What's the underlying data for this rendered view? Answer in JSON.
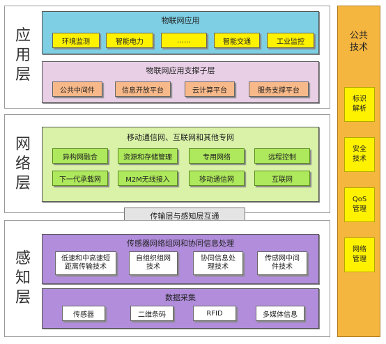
{
  "app_layer": {
    "label": [
      "应",
      "用",
      "层"
    ],
    "iot_apps": {
      "title": "物联网应用",
      "items": [
        "环境监测",
        "智能电力",
        "……",
        "智能交通",
        "工业监控"
      ]
    },
    "support": {
      "title": "物联网应用支撑子层",
      "items": [
        "公共中间件",
        "信息开放平台",
        "云计算平台",
        "服务支撑平台"
      ]
    }
  },
  "network_layer": {
    "label": [
      "网",
      "络",
      "层"
    ],
    "networks": {
      "title": "移动通信网、互联网和其他专网",
      "row1": [
        "异构网融合",
        "资源和存储管理",
        "专用网络",
        "远程控制"
      ],
      "row2": [
        "下一代承载网",
        "M2M无线接入",
        "移动通信网",
        "互联网"
      ]
    }
  },
  "bridge": {
    "label": "传输层与感知层互通"
  },
  "perception_layer": {
    "label": [
      "感",
      "知",
      "层"
    ],
    "networking": {
      "title": "传感器网络组网和协同信息处理",
      "items": [
        [
          "低速和中高速短",
          "距离传输技术"
        ],
        [
          "自组织组网",
          "技术"
        ],
        [
          "协同信息处",
          "理技术"
        ],
        [
          "传感网中间",
          "件技术"
        ]
      ]
    },
    "collection": {
      "title": "数据采集",
      "items": [
        "传感器",
        "二维条码",
        "RFID",
        "多媒体信息"
      ]
    }
  },
  "public_tech": {
    "title": [
      "公共",
      "技术"
    ],
    "items": [
      [
        "标识",
        "解析"
      ],
      [
        "安全",
        "技术"
      ],
      [
        "QoS",
        "管理"
      ],
      [
        "网络",
        "管理"
      ]
    ]
  },
  "colors": {
    "app_panel": "#7ecfe4",
    "support_panel": "#e8cfe6",
    "network_panel": "#d9f2a8",
    "perception_panel": "#b18ddb",
    "public_column": "#f5b640",
    "box_yellow": "#fff200",
    "box_orange": "#f8b98a",
    "box_green": "#aee85c"
  }
}
